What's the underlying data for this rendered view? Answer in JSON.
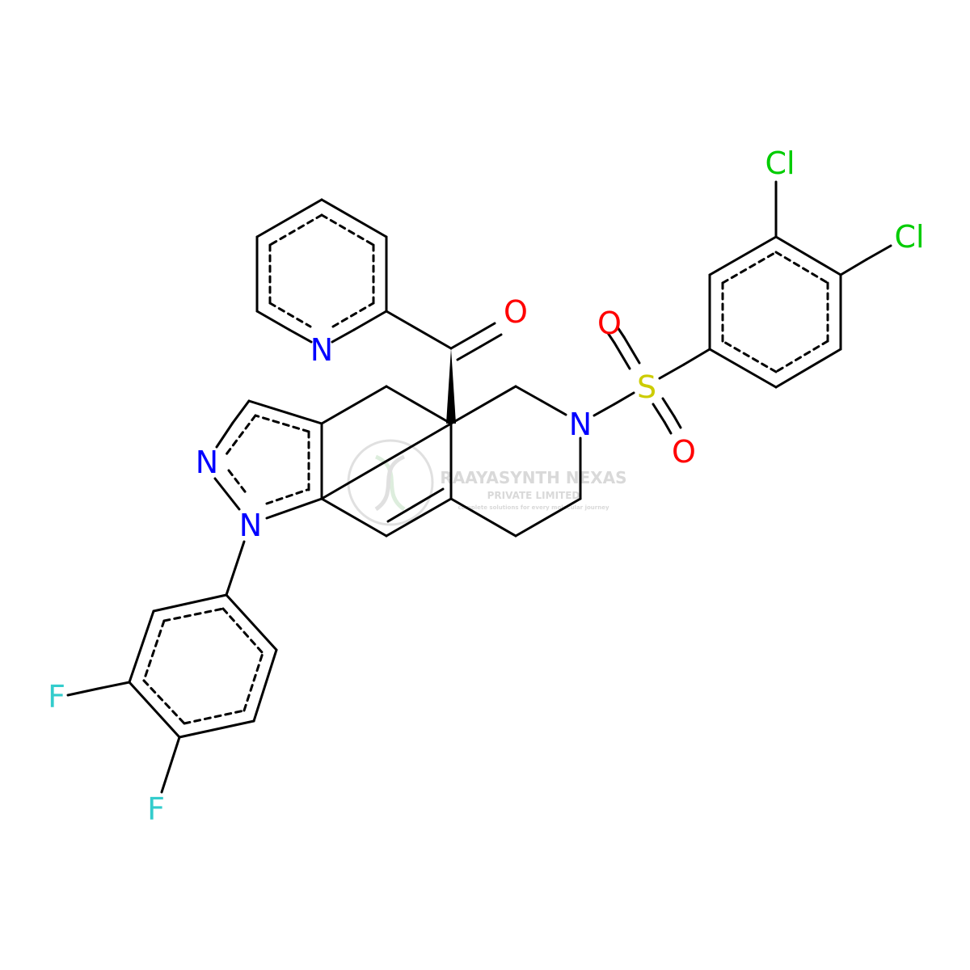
{
  "atom_labels": {
    "n_pyridine": "N",
    "o_ketone": "O",
    "n_piperidine": "N",
    "s_sulfonyl": "S",
    "o_sulfonyl_top": "O",
    "o_sulfonyl_bottom": "O",
    "cl_top": "Cl",
    "cl_right": "Cl",
    "n_pyrazole_2": "N",
    "n_pyrazole_1": "N",
    "f_left": "F",
    "f_bottom": "F"
  },
  "colors": {
    "bond": "#000000",
    "nitrogen": "#0000FF",
    "oxygen": "#FF0000",
    "sulfur": "#CCCC00",
    "chlorine": "#00CC00",
    "fluorine": "#33CCCC",
    "watermark": "#c9c9c9"
  },
  "watermark": {
    "line1": "RAAYASYNTH NEXAS",
    "line2": "PRIVATE LIMITED",
    "line3": "complete solutions for every molecular journey"
  }
}
